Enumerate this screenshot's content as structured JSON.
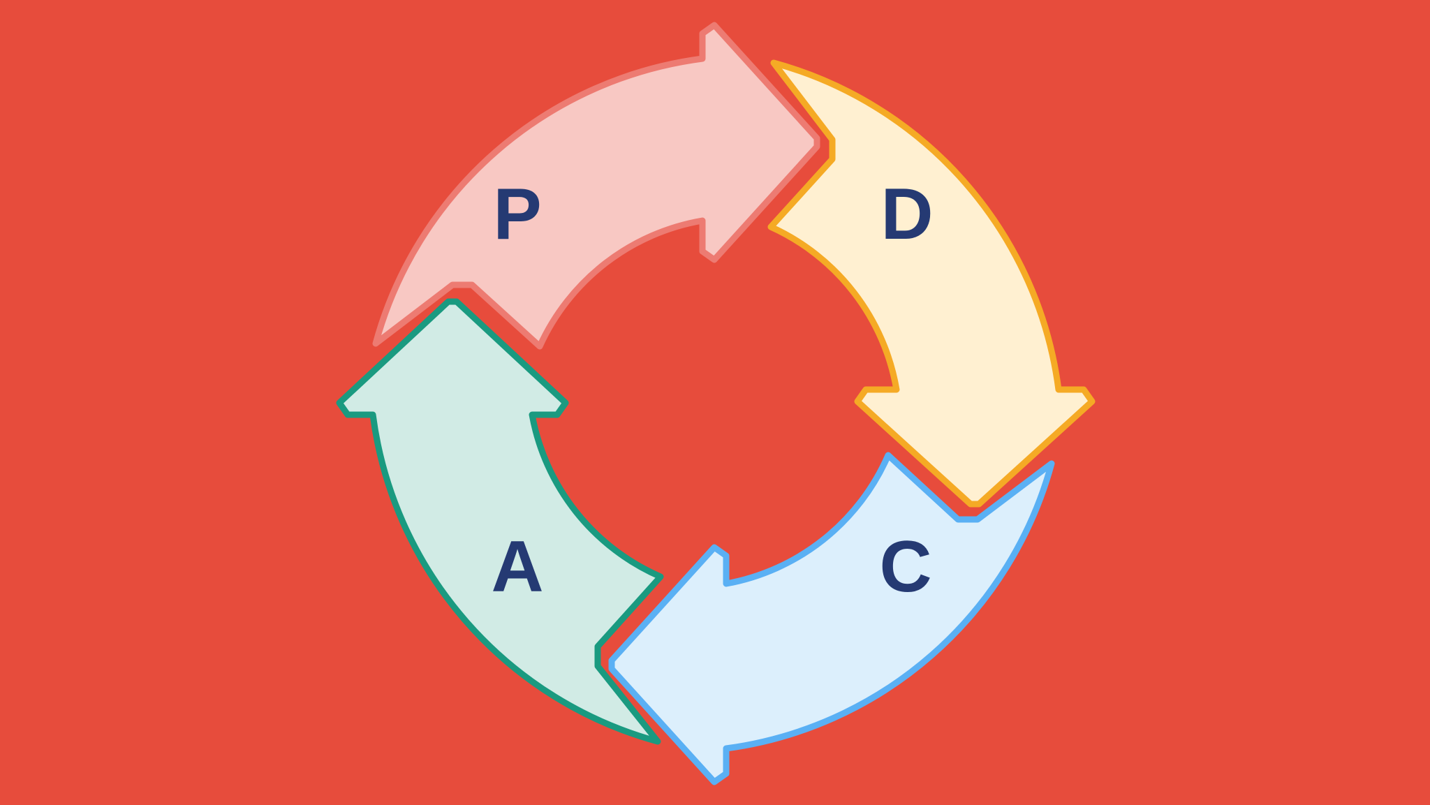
{
  "colors": {
    "background": "#E74C3C",
    "letter": "#253A73"
  },
  "stages": [
    {
      "id": "plan",
      "letter": "P",
      "fill": "#F8C8C3",
      "stroke": "#ED7B72"
    },
    {
      "id": "do",
      "letter": "D",
      "fill": "#FFF0D1",
      "stroke": "#F5AA25"
    },
    {
      "id": "check",
      "letter": "C",
      "fill": "#DCEFFC",
      "stroke": "#5AB0F4"
    },
    {
      "id": "act",
      "letter": "A",
      "fill": "#D1EBE5",
      "stroke": "#1A9A80"
    }
  ]
}
